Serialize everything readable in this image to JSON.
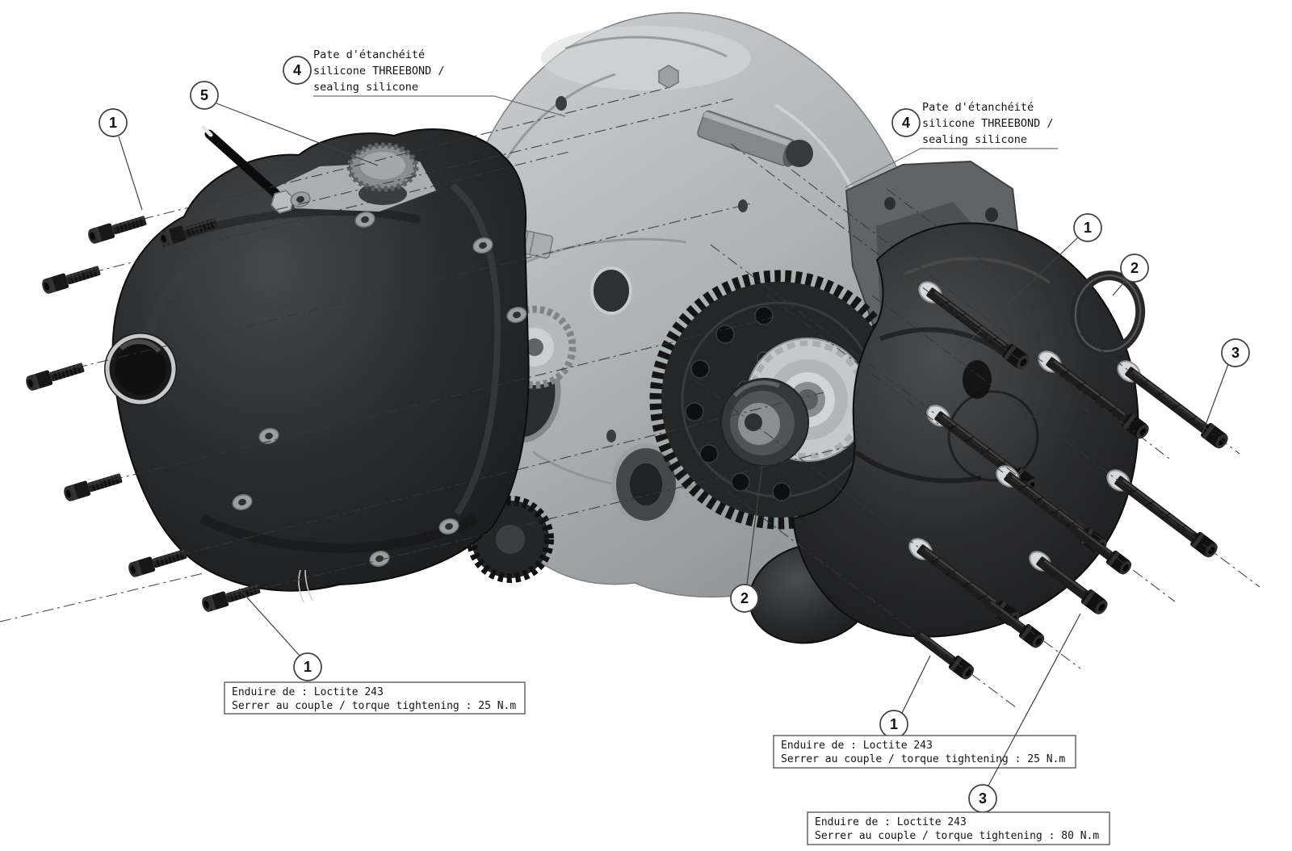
{
  "colors": {
    "background": "#ffffff",
    "crankcase_gray": "#b7bbbd",
    "cover_black": "#232527",
    "annotation_line": "#3f3f3f"
  },
  "balloons": [
    {
      "id": "screws-left-top",
      "number": "1"
    },
    {
      "id": "oil-filler-cap",
      "number": "5"
    },
    {
      "id": "sealant-left",
      "number": "4"
    },
    {
      "id": "sealant-right",
      "number": "4"
    },
    {
      "id": "screw-right-upper",
      "number": "1"
    },
    {
      "id": "o-ring-upper",
      "number": "2"
    },
    {
      "id": "long-screw-upper",
      "number": "3"
    },
    {
      "id": "seal-lower",
      "number": "2"
    },
    {
      "id": "screws-left-bottom",
      "number": "1"
    },
    {
      "id": "screws-right-bottom",
      "number": "1"
    },
    {
      "id": "long-screws-bottom",
      "number": "3"
    }
  ],
  "sealant_label": {
    "line1": "Pate d'étanchéité",
    "line2": "silicone THREEBOND /",
    "line3": "sealing silicone"
  },
  "notes": [
    {
      "line1": "Enduire de : Loctite 243",
      "line2": "Serrer au couple / torque tightening : 25 N.m"
    },
    {
      "line1": "Enduire de : Loctite 243",
      "line2": "Serrer au couple / torque tightening : 25 N.m"
    },
    {
      "line1": "Enduire de : Loctite 243",
      "line2": "Serrer au couple / torque tightening : 80 N.m"
    }
  ]
}
